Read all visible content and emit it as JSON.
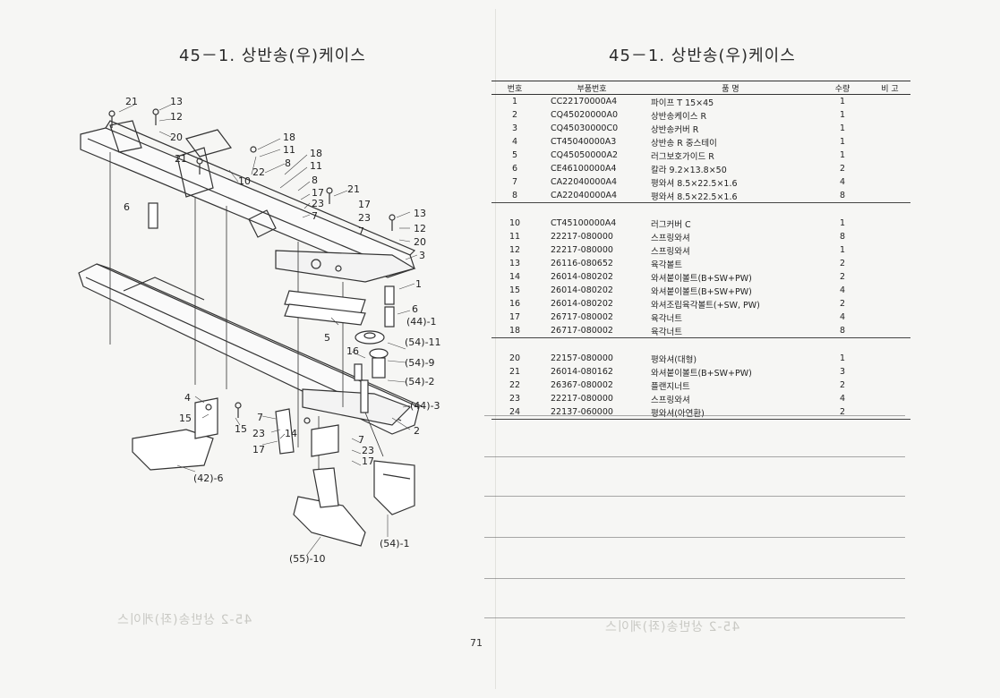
{
  "left_page": {
    "title": "45－1. 상반송(우)케이스",
    "callouts": [
      {
        "id": "c21a",
        "text": "21"
      },
      {
        "id": "c13a",
        "text": "13"
      },
      {
        "id": "c12a",
        "text": "12"
      },
      {
        "id": "c20a",
        "text": "20"
      },
      {
        "id": "c18a",
        "text": "18"
      },
      {
        "id": "c11a",
        "text": "11"
      },
      {
        "id": "c18b",
        "text": "18"
      },
      {
        "id": "c8a",
        "text": "8"
      },
      {
        "id": "c11b",
        "text": "11"
      },
      {
        "id": "c21b",
        "text": "21"
      },
      {
        "id": "c22",
        "text": "22"
      },
      {
        "id": "c10",
        "text": "10"
      },
      {
        "id": "c8b",
        "text": "8"
      },
      {
        "id": "c17a",
        "text": "17"
      },
      {
        "id": "c23a",
        "text": "23"
      },
      {
        "id": "c7a",
        "text": "7"
      },
      {
        "id": "c21c",
        "text": "21"
      },
      {
        "id": "c17b",
        "text": "17"
      },
      {
        "id": "c23b",
        "text": "23"
      },
      {
        "id": "c7b",
        "text": "7"
      },
      {
        "id": "c6a",
        "text": "6"
      },
      {
        "id": "c13b",
        "text": "13"
      },
      {
        "id": "c12b",
        "text": "12"
      },
      {
        "id": "c20b",
        "text": "20"
      },
      {
        "id": "c3",
        "text": "3"
      },
      {
        "id": "c1",
        "text": "1"
      },
      {
        "id": "c6b",
        "text": "6"
      },
      {
        "id": "c44a",
        "text": "(44)-1"
      },
      {
        "id": "c5",
        "text": "5"
      },
      {
        "id": "c54a",
        "text": "(54)-11"
      },
      {
        "id": "c16",
        "text": "16"
      },
      {
        "id": "c54b",
        "text": "(54)-9"
      },
      {
        "id": "c54c",
        "text": "(54)-2"
      },
      {
        "id": "c44b",
        "text": "(44)-3"
      },
      {
        "id": "c4",
        "text": "4"
      },
      {
        "id": "c15a",
        "text": "15"
      },
      {
        "id": "c15b",
        "text": "15"
      },
      {
        "id": "c7c",
        "text": "7"
      },
      {
        "id": "c23c",
        "text": "23"
      },
      {
        "id": "c14",
        "text": "14"
      },
      {
        "id": "c17c",
        "text": "17"
      },
      {
        "id": "c2",
        "text": "2"
      },
      {
        "id": "c7d",
        "text": "7"
      },
      {
        "id": "c23d",
        "text": "23"
      },
      {
        "id": "c17d",
        "text": "17"
      },
      {
        "id": "c42",
        "text": "(42)-6"
      },
      {
        "id": "c54d",
        "text": "(54)-1"
      },
      {
        "id": "c55",
        "text": "(55)-10"
      }
    ]
  },
  "right_page": {
    "title": "45－1. 상반송(우)케이스",
    "headers": {
      "no": "번호",
      "part": "부품번호",
      "name": "품  명",
      "qty": "수량",
      "note": "비  고"
    },
    "groups": [
      [
        {
          "no": "1",
          "part": "CC22170000A4",
          "name": "파이프 T 15×45",
          "qty": "1"
        },
        {
          "no": "2",
          "part": "CQ45020000A0",
          "name": "상반송케이스 R",
          "qty": "1"
        },
        {
          "no": "3",
          "part": "CQ45030000C0",
          "name": "상반송커버 R",
          "qty": "1"
        },
        {
          "no": "4",
          "part": "CT45040000A3",
          "name": "상반송 R 중스테이",
          "qty": "1"
        },
        {
          "no": "5",
          "part": "CQ45050000A2",
          "name": "러그보호가이드 R",
          "qty": "1"
        },
        {
          "no": "6",
          "part": "CE46100000A4",
          "name": "칼라 9.2×13.8×50",
          "qty": "2"
        },
        {
          "no": "7",
          "part": "CA22040000A4",
          "name": "평와셔 8.5×22.5×1.6",
          "qty": "4"
        },
        {
          "no": "8",
          "part": "CA22040000A4",
          "name": "평와셔 8.5×22.5×1.6",
          "qty": "8"
        }
      ],
      [
        {
          "no": "10",
          "part": "CT45100000A4",
          "name": "러그커버 C",
          "qty": "1"
        },
        {
          "no": "11",
          "part": "22217-080000",
          "name": "스프링와셔",
          "qty": "8"
        },
        {
          "no": "12",
          "part": "22217-080000",
          "name": "스프링와셔",
          "qty": "1"
        },
        {
          "no": "13",
          "part": "26116-080652",
          "name": "육각볼트",
          "qty": "2"
        },
        {
          "no": "14",
          "part": "26014-080202",
          "name": "와셔붙이볼트(B+SW+PW)",
          "qty": "2"
        },
        {
          "no": "15",
          "part": "26014-080202",
          "name": "와셔붙이볼트(B+SW+PW)",
          "qty": "4"
        },
        {
          "no": "16",
          "part": "26014-080202",
          "name": "와셔조립육각볼트(+SW, PW)",
          "qty": "2"
        },
        {
          "no": "17",
          "part": "26717-080002",
          "name": "육각너트",
          "qty": "4"
        },
        {
          "no": "18",
          "part": "26717-080002",
          "name": "육각너트",
          "qty": "8"
        }
      ],
      [
        {
          "no": "20",
          "part": "22157-080000",
          "name": "평와셔(대형)",
          "qty": "1"
        },
        {
          "no": "21",
          "part": "26014-080162",
          "name": "와셔붙이볼트(B+SW+PW)",
          "qty": "3"
        },
        {
          "no": "22",
          "part": "26367-080002",
          "name": "플랜지너트",
          "qty": "2"
        },
        {
          "no": "23",
          "part": "22217-080000",
          "name": "스프링와셔",
          "qty": "4"
        },
        {
          "no": "24",
          "part": "22137-060000",
          "name": "평와셔(아연환)",
          "qty": "2"
        }
      ]
    ]
  },
  "page_number": "71"
}
